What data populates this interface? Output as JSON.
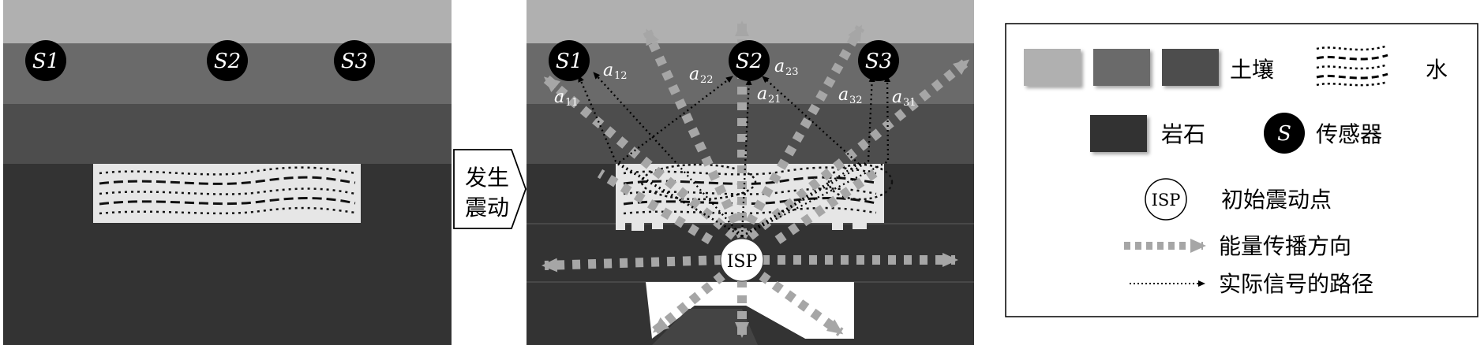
{
  "panel_left": {
    "sensors": [
      "S1",
      "S2",
      "S3"
    ]
  },
  "arrow_label": [
    "发生",
    "震动"
  ],
  "panel_right": {
    "sensors": [
      "S1",
      "S2",
      "S3"
    ],
    "isp": "ISP",
    "coef_labels": [
      {
        "base": "a",
        "sub": "12"
      },
      {
        "base": "a",
        "sub": "11"
      },
      {
        "base": "a",
        "sub": "22"
      },
      {
        "base": "a",
        "sub": "23"
      },
      {
        "base": "a",
        "sub": "21"
      },
      {
        "base": "a",
        "sub": "32"
      },
      {
        "base": "a",
        "sub": "31"
      }
    ]
  },
  "legend": {
    "soil": "土壤",
    "water": "水",
    "rock": "岩石",
    "sensor_symbol": "S",
    "sensor": "传感器",
    "isp_symbol": "ISP",
    "isp": "初始震动点",
    "energy": "能量传播方向",
    "signal": "实际信号的路径"
  },
  "colors": {
    "soil_light": "#b0b0b0",
    "soil_mid": "#6a6a6a",
    "soil_dark": "#4d4d4d",
    "rock": "#333333",
    "water": "#e6e6e6",
    "energy_arrow": "#a6a6a6",
    "sensor_fill": "#000000"
  }
}
